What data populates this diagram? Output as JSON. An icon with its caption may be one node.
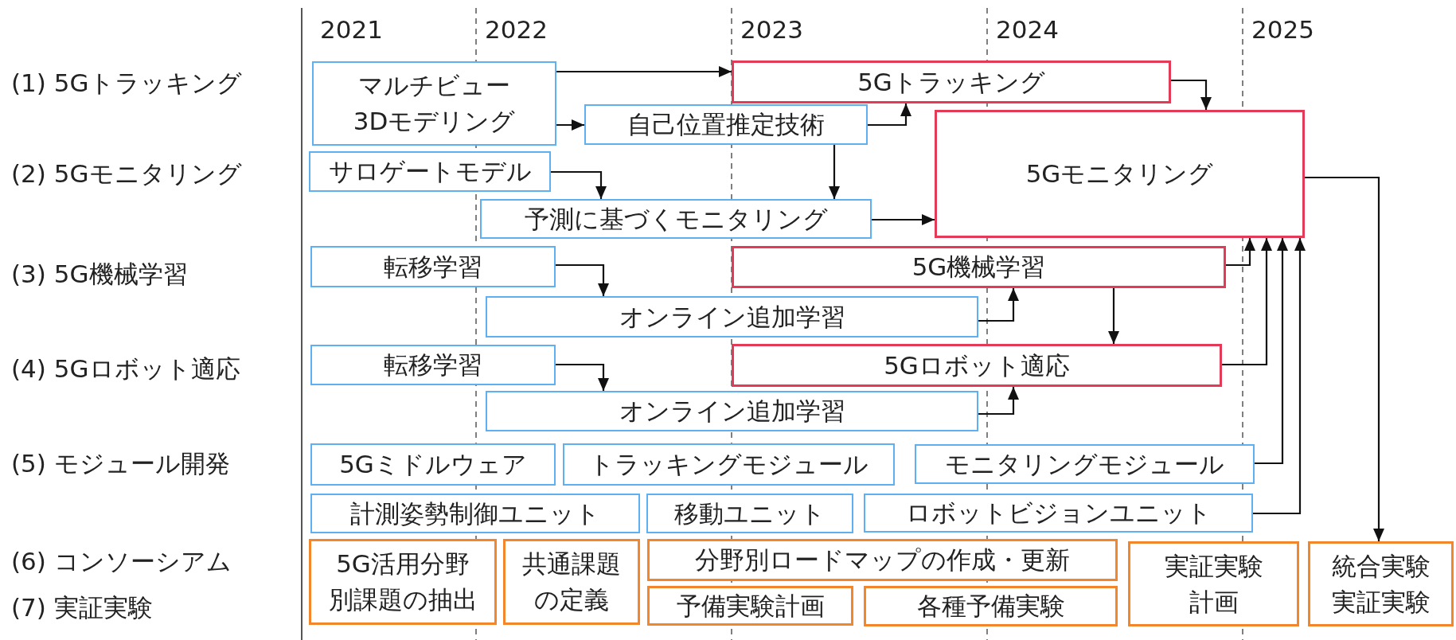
{
  "diagram": {
    "nodes": [
      {
        "text": [
          "マルチビュー3Dモデリング"
        ]
      },
      {
        "text": [
          "5Gトラッキング"
        ]
      },
      {
        "text": [
          "自己位置推定技術"
        ]
      },
      {
        "text": [
          "5Gモニタリング"
        ]
      },
      {
        "text": [
          "サロゲートモデル"
        ]
      },
      {
        "text": [
          "予測に基づくモニタリング"
        ]
      },
      {
        "text": [
          "転移学習"
        ]
      },
      {
        "text": [
          "5G機械学習"
        ]
      },
      {
        "text": [
          "オンライン追加学習"
        ]
      },
      {
        "text": [
          "転移学習"
        ]
      },
      {
        "text": [
          "5Gロボット適応"
        ]
      },
      {
        "text": [
          "オンライン追加学習"
        ]
      },
      {
        "text": [
          "5Gミドルウェア"
        ]
      },
      {
        "text": [
          "トラッキングモジュール"
        ]
      },
      {
        "text": [
          "モニタリングモジュール"
        ]
      },
      {
        "text": [
          "計測姿勢制御ユニット"
        ]
      },
      {
        "text": [
          "移動ユニット"
        ]
      },
      {
        "text": [
          "ロボットビジョンユニット"
        ]
      },
      {
        "text": [
          "5G活用分野別課題の抽出"
        ]
      },
      {
        "text": [
          "共通課題の定義"
        ]
      },
      {
        "text": [
          "分野別ロードマップの作成・更新"
        ]
      },
      {
        "text": [
          "予備実験計画"
        ]
      },
      {
        "text": [
          "各種予備実験"
        ]
      },
      {
        "text": [
          "実証実験計画"
        ]
      },
      {
        "text": [
          "統合実験実証実験"
        ]
      }
    ],
    "edges": [
      {
        "from": 0,
        "to": 1,
        "arrow": "to"
      },
      {
        "from": 0,
        "to": 2,
        "arrow": "to"
      },
      {
        "from": 2,
        "to": 1,
        "arrow": "to"
      },
      {
        "from": 1,
        "to": 3,
        "arrow": "to"
      },
      {
        "from": 4,
        "to": 5,
        "arrow": "to"
      },
      {
        "from": 2,
        "to": 5,
        "arrow": "to"
      },
      {
        "from": 5,
        "to": 3,
        "arrow": "to"
      },
      {
        "from": 6,
        "to": 8,
        "arrow": "to"
      },
      {
        "from": 8,
        "to": 7,
        "arrow": "to"
      },
      {
        "from": 7,
        "to": 10,
        "arrow": "to"
      },
      {
        "from": 7,
        "to": 3,
        "arrow": "to"
      },
      {
        "from": 9,
        "to": 11,
        "arrow": "to"
      },
      {
        "from": 11,
        "to": 10,
        "arrow": "to"
      },
      {
        "from": 10,
        "to": 3,
        "arrow": "to"
      },
      {
        "from": 14,
        "to": 3,
        "arrow": "to"
      },
      {
        "from": 17,
        "to": 3,
        "arrow": "to"
      },
      {
        "from": 3,
        "to": 24,
        "arrow": "to"
      }
    ],
    "labels": [
      "2021",
      "2022",
      "2023",
      "2024",
      "2025",
      "(1) 5Gトラッキング",
      "(2) 5Gモニタリング",
      "(3) 5G機械学習",
      "(4) 5Gロボット適応",
      "(5) モジュール開発",
      "(6) コンソーシアム",
      "(7) 実証実験"
    ]
  }
}
